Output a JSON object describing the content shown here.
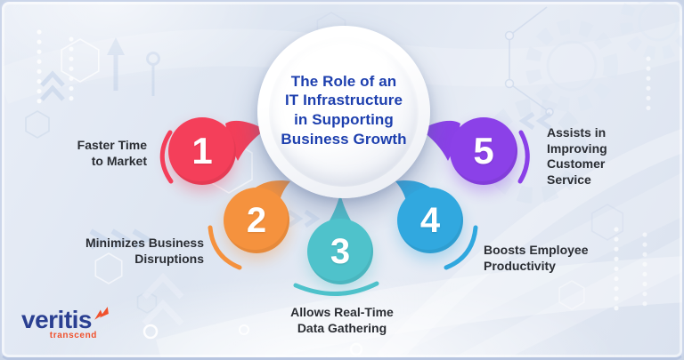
{
  "title": {
    "text": "The Role of an\nIT Infrastructure\nin Supporting\nBusiness Growth",
    "color": "#1d3fae"
  },
  "items": [
    {
      "number": "1",
      "label": "Faster Time\nto Market",
      "color": "#f43f5a"
    },
    {
      "number": "2",
      "label": "Minimizes Business\nDisruptions",
      "color": "#f5923e"
    },
    {
      "number": "3",
      "label": "Allows Real-Time\nData Gathering",
      "color": "#4fc2cb"
    },
    {
      "number": "4",
      "label": "Boosts Employee\nProductivity",
      "color": "#31a8df"
    },
    {
      "number": "5",
      "label": "Assists in\nImproving\nCustomer\nService",
      "color": "#8b41e8"
    }
  ],
  "logo": {
    "brand": "veritis",
    "tagline": "transcend",
    "brand_color": "#2a3f91",
    "accent_color": "#f0512c"
  },
  "colors": {
    "background": "#e0e7f2",
    "label_text": "#2a2d33"
  }
}
